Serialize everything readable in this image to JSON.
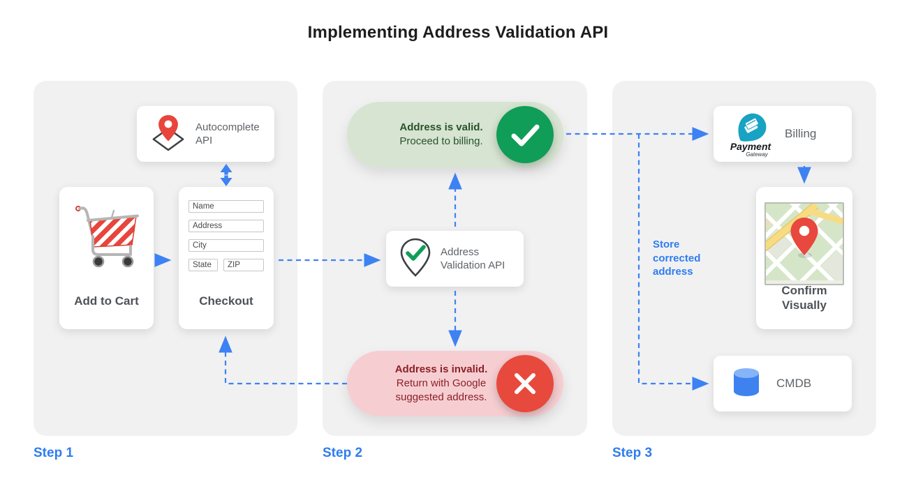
{
  "title": "Implementing Address Validation API",
  "steps": {
    "step1": "Step 1",
    "step2": "Step 2",
    "step3": "Step 3"
  },
  "step1": {
    "autocomplete": {
      "label": "Autocomplete API"
    },
    "add_to_cart": {
      "label": "Add to Cart"
    },
    "checkout": {
      "label": "Checkout",
      "fields": {
        "name": "Name",
        "address": "Address",
        "city": "City",
        "state": "State",
        "zip": "ZIP"
      }
    }
  },
  "step2": {
    "valid_pill": {
      "title": "Address is valid.",
      "subtitle": "Proceed to billing."
    },
    "validation_api": {
      "label": "Address Validation API"
    },
    "invalid_pill": {
      "title": "Address is invalid.",
      "subtitle": "Return with Google suggested address."
    }
  },
  "step3": {
    "billing": {
      "label": "Billing",
      "logo_title": "Payment",
      "logo_subtitle": "Gateway"
    },
    "confirm": {
      "label": "Confirm Visually"
    },
    "store_note": "Store corrected address",
    "cmdb": {
      "label": "CMDB"
    }
  },
  "icons": {
    "autocomplete": "map-pin-over-diamond",
    "add_to_cart": "shopping-cart",
    "validation": "map-pin-with-check",
    "valid": "check-in-green-circle",
    "invalid": "x-in-red-circle",
    "billing": "payment-gateway-plectrum",
    "confirm": "map-thumbnail-with-pin",
    "cmdb": "blue-database-cylinder"
  },
  "colors": {
    "arrow_blue": "#3d82f2",
    "step_label_blue": "#2e7cf0",
    "valid_green": "#0f9d58",
    "valid_pill_bg": "#d7e4d1",
    "valid_text": "#28522c",
    "invalid_red": "#e8493d",
    "invalid_pill_bg": "#f6ced2",
    "invalid_text": "#8c2027",
    "panel_bg": "#f1f1f2",
    "card_text_gray": "#5f6368"
  }
}
